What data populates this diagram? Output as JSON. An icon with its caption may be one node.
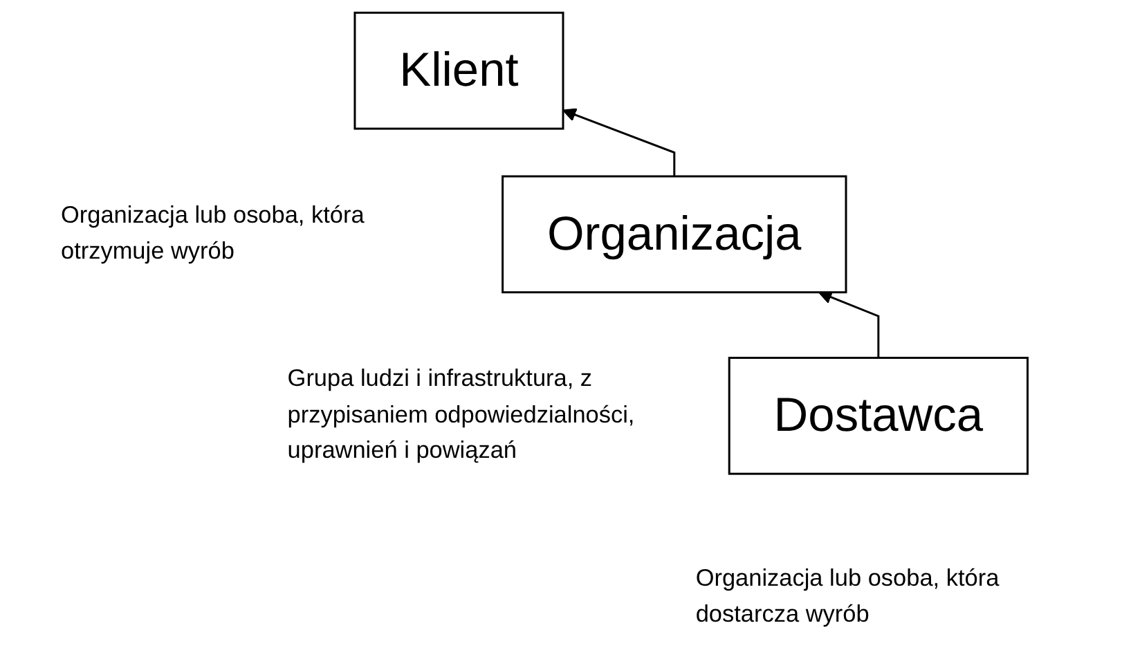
{
  "diagram": {
    "nodes": [
      {
        "text": [
          "Dostawca"
        ],
        "beside": [
          "Organizacja lub osoba, która dostarcza wyrób"
        ]
      },
      {
        "text": [
          "Organizacja"
        ],
        "beside": [
          "Grupa ludzi i infrastruktura, z przypisaniem odpowiedzialności, uprawnień i powiązań"
        ]
      },
      {
        "text": [
          "Klient"
        ],
        "beside": [
          "Organizacja lub osoba, która otrzymuje wyrób"
        ]
      }
    ],
    "edges": [
      {
        "from": 0,
        "to": 1,
        "arrow": "to"
      },
      {
        "from": 1,
        "to": 2,
        "arrow": "to"
      }
    ]
  }
}
